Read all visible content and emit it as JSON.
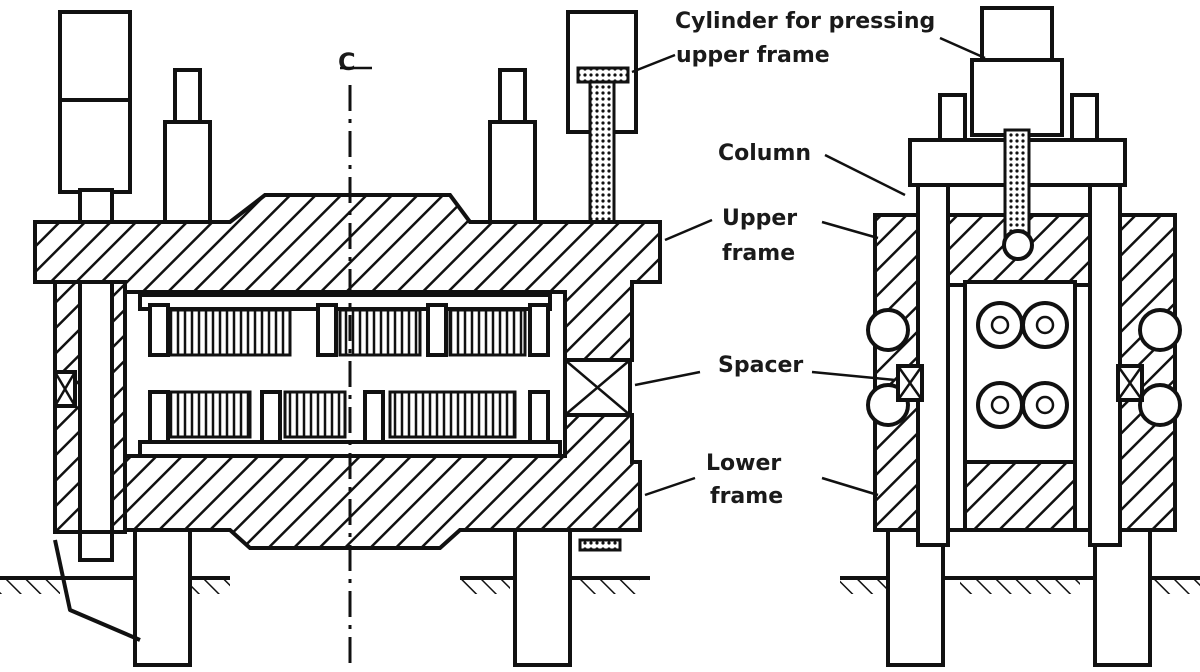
{
  "labels": {
    "centerline": "C",
    "cylinder_line1": "Cylinder for pressing",
    "cylinder_line2": "upper frame",
    "column": "Column",
    "upper_frame_line1": "Upper",
    "upper_frame_line2": "frame",
    "spacer": "Spacer",
    "lower_frame_line1": "Lower",
    "lower_frame_line2": "frame"
  }
}
